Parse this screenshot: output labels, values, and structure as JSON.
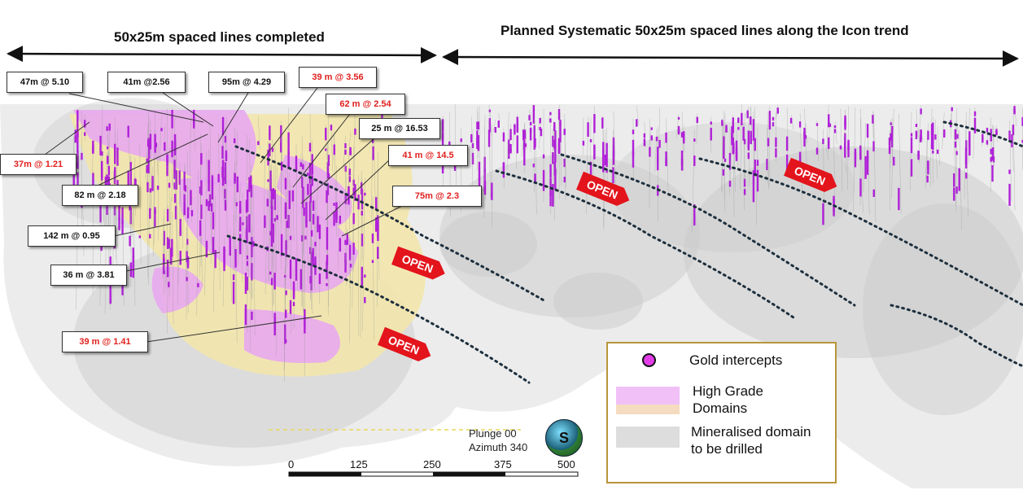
{
  "headers": {
    "left": "50x25m spaced lines completed",
    "right": "Planned Systematic 50x25m spaced lines along the Icon trend"
  },
  "callouts": [
    {
      "text": "47m @ 5.10",
      "highlight": false
    },
    {
      "text": "41m @2.56",
      "highlight": false
    },
    {
      "text": "95m @ 4.29",
      "highlight": false
    },
    {
      "text": "39 m @ 3.56",
      "highlight": true
    },
    {
      "text": "62 m @ 2.54",
      "highlight": true
    },
    {
      "text": "25 m @ 16.53",
      "highlight": false
    },
    {
      "text": "41 m @ 14.5",
      "highlight": true
    },
    {
      "text": "75m @ 2.3",
      "highlight": true
    },
    {
      "text": "37m @ 1.21",
      "highlight": true
    },
    {
      "text": "82 m @ 2.18",
      "highlight": false
    },
    {
      "text": "142 m @ 0.95",
      "highlight": false
    },
    {
      "text": "36 m @ 3.81",
      "highlight": false
    },
    {
      "text": "39 m @ 1.41",
      "highlight": true
    }
  ],
  "open_labels": [
    "OPEN",
    "OPEN",
    "OPEN",
    "OPEN"
  ],
  "legend": {
    "items": [
      {
        "label": "Gold intercepts",
        "symbol": "magenta-dot-icon"
      },
      {
        "label": "High Grade Domains",
        "symbol": "pink-swatch"
      },
      {
        "label": "Mineralised domain to be drilled",
        "symbol": "grey-swatch"
      }
    ],
    "line1": "Gold intercepts",
    "line2a": "High Grade",
    "line2b": "Domains",
    "line3a": "Mineralised domain",
    "line3b": "to be drilled"
  },
  "orientation": {
    "plunge": "Plunge 00",
    "azimuth": "Azimuth 340",
    "compass_letter": "S"
  },
  "scale_bar": {
    "ticks": [
      "0",
      "125",
      "250",
      "375",
      "500"
    ]
  },
  "colors": {
    "gold_intercept": "#b020d8",
    "high_grade": "#e8a8f0",
    "low_grade": "#f3e6a8",
    "mineralised_domain": "#d8d8d8",
    "open_tag": "#e3141c",
    "legend_border": "#b8953a",
    "trend_line": "#1d2f3d"
  }
}
